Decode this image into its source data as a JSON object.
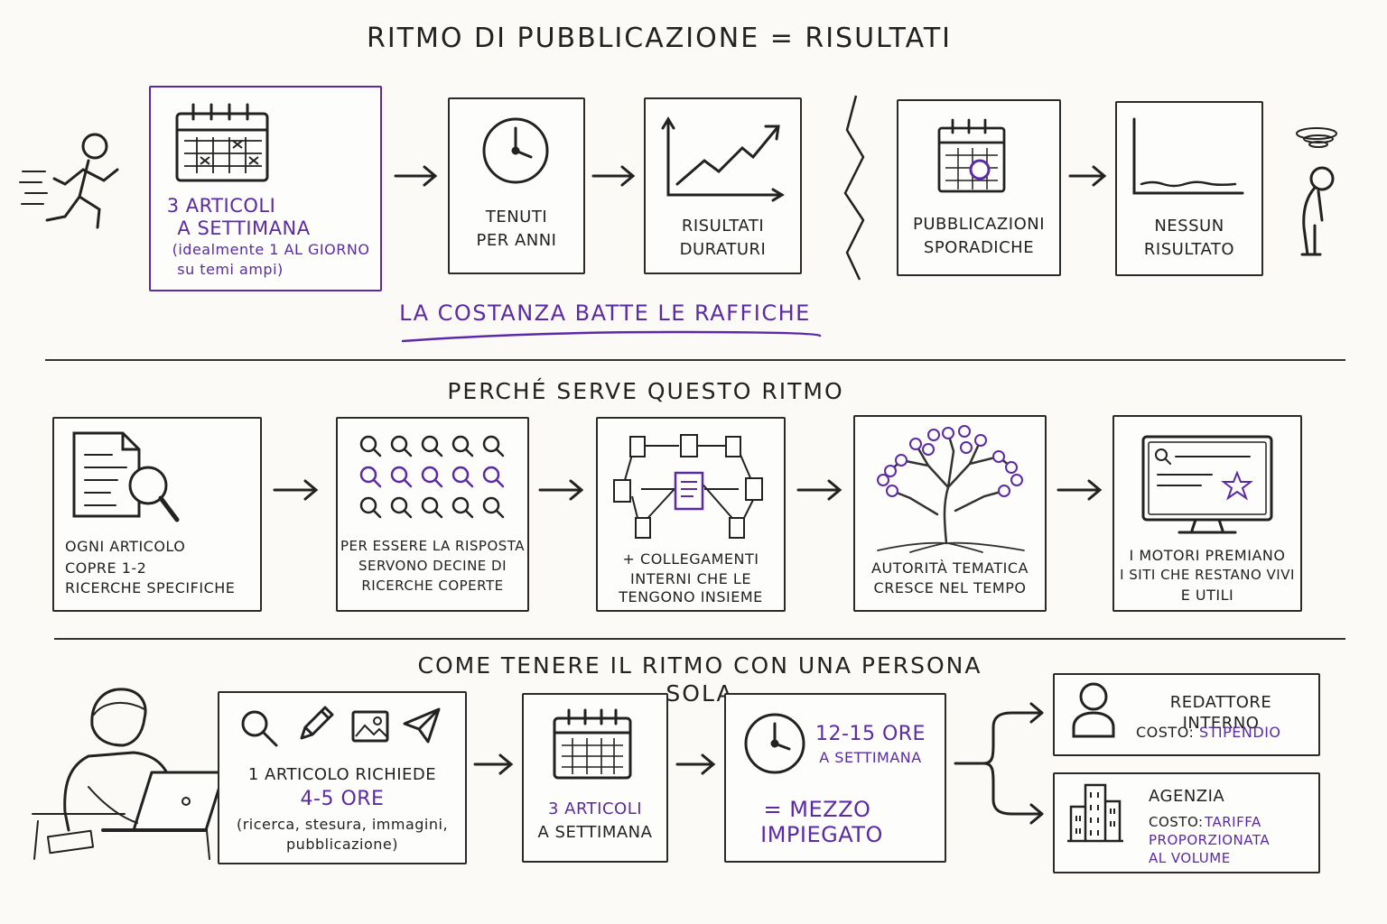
{
  "title": "RITMO DI PUBBLICAZIONE = RISULTATI",
  "row1": {
    "box1": {
      "line1": "3 ARTICOLI",
      "line2": "A SETTIMANA",
      "line3": "(idealmente 1 AL GIORNO",
      "line4": "su temi ampi)"
    },
    "box2": {
      "line1": "TENUTI",
      "line2": "PER ANNI"
    },
    "box3": {
      "line1": "RISULTATI",
      "line2": "DURATURI"
    },
    "box4": {
      "line1": "PUBBLICAZIONI",
      "line2": "SPORADICHE"
    },
    "box5": {
      "line1": "NESSUN",
      "line2": "RISULTATO"
    },
    "tagline": "LA COSTANZA BATTE LE RAFFICHE"
  },
  "section2": {
    "title": "PERCHÉ SERVE QUESTO RITMO",
    "box1": {
      "line1": "OGNI ARTICOLO",
      "line2": "COPRE 1-2",
      "line3": "RICERCHE SPECIFICHE"
    },
    "box2": {
      "line1": "PER ESSERE LA RISPOSTA",
      "line2": "SERVONO DECINE DI",
      "line3": "RICERCHE COPERTE"
    },
    "box3": {
      "line1": "+ COLLEGAMENTI",
      "line2": "INTERNI CHE LE",
      "line3": "TENGONO INSIEME"
    },
    "box4": {
      "line1": "AUTORITÀ TEMATICA",
      "line2": "CRESCE NEL TEMPO"
    },
    "box5": {
      "line1": "I MOTORI PREMIANO",
      "line2": "I SITI CHE RESTANO VIVI",
      "line3": "E UTILI"
    }
  },
  "section3": {
    "title": "COME TENERE IL RITMO CON UNA PERSONA SOLA",
    "box1": {
      "line1": "1 ARTICOLO RICHIEDE",
      "line2": "4-5 ORE",
      "line3": "(ricerca, stesura, immagini,",
      "line4": "pubblicazione)"
    },
    "box2": {
      "line1": "3 ARTICOLI",
      "line2": "A SETTIMANA"
    },
    "box3": {
      "hours": "12-15 ORE",
      "per_week": "A SETTIMANA",
      "eq1": "= MEZZO",
      "eq2": "IMPIEGATO"
    },
    "option1": {
      "title": "REDATTORE INTERNO",
      "cost_label": "COSTO:",
      "cost_value": "STIPENDIO"
    },
    "option2": {
      "title": "AGENZIA",
      "cost_label": "COSTO:",
      "cost_value1": "TARIFFA",
      "cost_value2": "PROPORZIONATA",
      "cost_value3": "AL VOLUME"
    }
  },
  "colors": {
    "accent": "#5b2aa6",
    "ink": "#222222",
    "paper": "#fbfaf7"
  },
  "icons": [
    "running-person-icon",
    "calendar-icon",
    "clock-icon",
    "rising-chart-icon",
    "zigzag-divider-icon",
    "calendar-sporadic-icon",
    "flat-chart-icon",
    "dejected-person-icon",
    "document-search-icon",
    "magnifier-grid-icon",
    "linked-documents-icon",
    "tree-icon",
    "monitor-star-icon",
    "person-laptop-icon",
    "search-icon",
    "pencil-icon",
    "image-icon",
    "send-icon",
    "calendar-icon",
    "clock-icon",
    "branch-arrows-icon",
    "user-icon",
    "building-icon"
  ]
}
